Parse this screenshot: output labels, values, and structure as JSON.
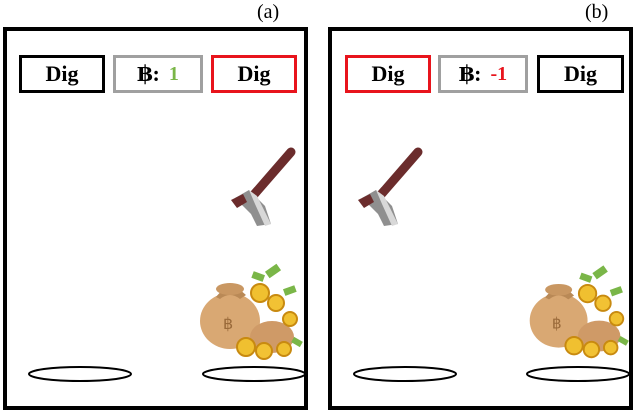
{
  "panels": [
    {
      "label": "(a)",
      "left_button": {
        "label": "Dig",
        "style": "black"
      },
      "score": {
        "symbol": "฿:",
        "value": "1",
        "color": "#7ab648"
      },
      "right_button": {
        "label": "Dig",
        "style": "red"
      },
      "pickaxe_side": "right",
      "treasure_side": "right"
    },
    {
      "label": "(b)",
      "left_button": {
        "label": "Dig",
        "style": "red"
      },
      "score": {
        "symbol": "฿:",
        "value": "-1",
        "color": "#e8141c"
      },
      "right_button": {
        "label": "Dig",
        "style": "black"
      },
      "pickaxe_side": "left",
      "treasure_side": "right"
    }
  ],
  "icons": {
    "pickaxe": "pickaxe-icon",
    "treasure": "money-bag-treasure-icon",
    "hole": "hole-icon"
  },
  "colors": {
    "highlight": "#e8141c",
    "gain": "#7ab648",
    "loss": "#e8141c"
  }
}
